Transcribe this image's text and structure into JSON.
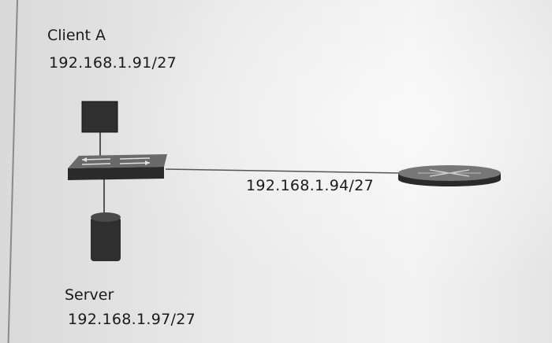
{
  "client": {
    "name": "Client A",
    "ip": "192.168.1.91/27"
  },
  "server": {
    "name": "Server",
    "ip": "192.168.1.97/27"
  },
  "link": {
    "ip": "192.168.1.94/27"
  },
  "icons": {
    "client": "computer-icon",
    "switch": "switch-icon",
    "server": "server-icon",
    "router": "router-icon"
  },
  "colors": {
    "device_dark": "#2b2b2b",
    "device_mid": "#555555",
    "line": "#555555"
  }
}
